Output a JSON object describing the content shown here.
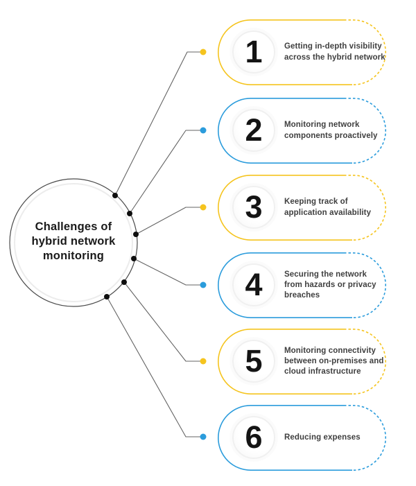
{
  "title": {
    "full": "Challenges of hybrid network monitoring",
    "lines": [
      "Challenges of",
      "hybrid network",
      "monitoring"
    ]
  },
  "colors": {
    "background": "#FFFFFF",
    "yellow_accent": "#F5C41E",
    "blue_accent": "#2B9CDC",
    "connector_line": "#636363",
    "anchor_dot": "#0E0E0E",
    "circle_outer_stroke": "#4A4A4A",
    "circle_inner_stroke": "#ECECEC",
    "circle_fill": "#FFFFFF",
    "number_color": "#141414",
    "card_text_color": "#3F3F3F",
    "title_color": "#1A1A1A"
  },
  "items": [
    {
      "number": "1",
      "color_name": "yellow",
      "accent": "#F5C41E",
      "text": "Getting in-depth visibility across the hybrid network",
      "lines": [
        "Getting in-depth visibility",
        "across the hybrid network"
      ]
    },
    {
      "number": "2",
      "color_name": "blue",
      "accent": "#2B9CDC",
      "text": "Monitoring network components proactively",
      "lines": [
        "Monitoring network",
        "components proactively"
      ]
    },
    {
      "number": "3",
      "color_name": "yellow",
      "accent": "#F5C41E",
      "text": "Keeping track of application availability",
      "lines": [
        "Keeping track of",
        "application availability"
      ]
    },
    {
      "number": "4",
      "color_name": "blue",
      "accent": "#2B9CDC",
      "text": "Securing the network from hazards or privacy breaches",
      "lines": [
        "Securing the network",
        "from hazards or privacy",
        "breaches"
      ]
    },
    {
      "number": "5",
      "color_name": "yellow",
      "accent": "#F5C41E",
      "text": "Monitoring connectivity between on-premises and cloud infrastructure",
      "lines": [
        "Monitoring connectivity",
        "between on-premises and",
        "cloud infrastructure"
      ]
    },
    {
      "number": "6",
      "color_name": "blue",
      "accent": "#2B9CDC",
      "text": "Reducing expenses",
      "lines": [
        "Reducing expenses"
      ]
    }
  ]
}
